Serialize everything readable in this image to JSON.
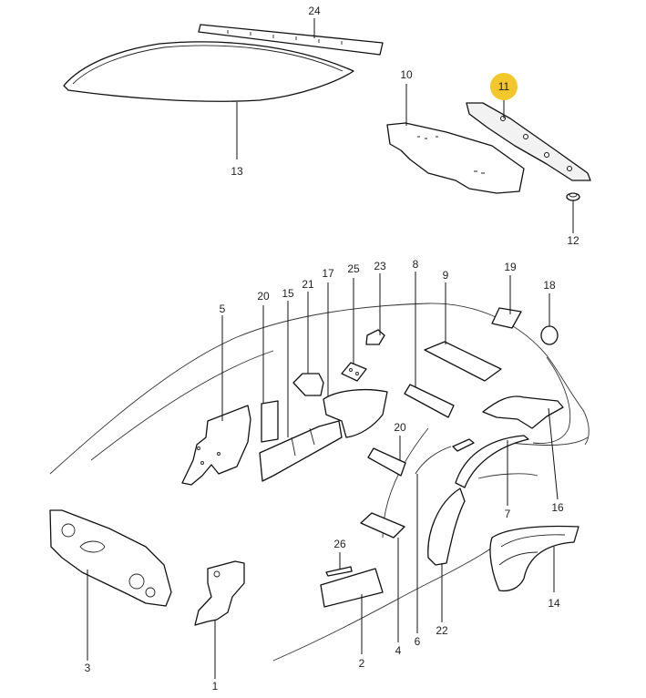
{
  "diagram": {
    "highlighted_part": "11",
    "highlight_color": "#f3c72b",
    "callouts": {
      "c1": "1",
      "c2": "2",
      "c3": "3",
      "c4": "4",
      "c5": "5",
      "c6": "6",
      "c7": "7",
      "c8": "8",
      "c9": "9",
      "c10": "10",
      "c11": "11",
      "c12": "12",
      "c13": "13",
      "c14": "14",
      "c15": "15",
      "c16": "16",
      "c17": "17",
      "c18": "18",
      "c19": "19",
      "c20a": "20",
      "c20b": "20",
      "c21": "21",
      "c22": "22",
      "c23": "23",
      "c24": "24",
      "c25": "25",
      "c26": "26"
    }
  }
}
